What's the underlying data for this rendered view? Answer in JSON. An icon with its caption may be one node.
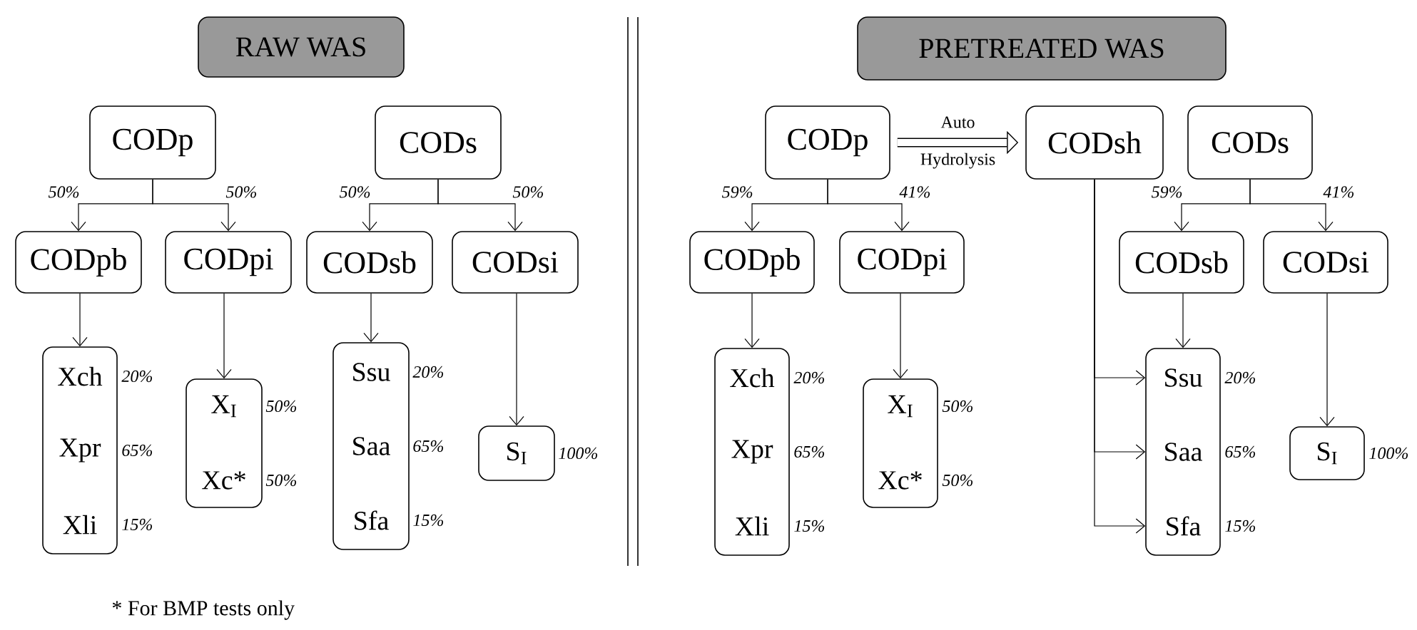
{
  "diagram": {
    "nodes": [
      {
        "text": [
          "RAW WAS"
        ]
      },
      {
        "text": [
          "CODp"
        ]
      },
      {
        "text": [
          "CODs"
        ]
      },
      {
        "text": [
          "CODpb"
        ]
      },
      {
        "text": [
          "CODpi"
        ]
      },
      {
        "text": [
          "CODsb"
        ]
      },
      {
        "text": [
          "CODsi"
        ]
      },
      {
        "text": [
          "Xch",
          "Xpr",
          "Xli"
        ],
        "beside": [
          "20%",
          "65%",
          "15%"
        ]
      },
      {
        "text": [
          "X$_{I}$",
          "Xc*"
        ],
        "beside": [
          "50%",
          "50%"
        ]
      },
      {
        "text": [
          "Ssu",
          "Saa",
          "Sfa"
        ],
        "beside": [
          "20%",
          "65%",
          "15%"
        ]
      },
      {
        "text": [
          "S$_{I}$"
        ],
        "beside": [
          "100%"
        ]
      },
      {
        "text": [
          "PRETREATED WAS"
        ]
      },
      {
        "text": [
          "CODp"
        ]
      },
      {
        "text": [
          "CODsh"
        ]
      },
      {
        "text": [
          "CODs"
        ]
      },
      {
        "text": [
          "CODpb"
        ]
      },
      {
        "text": [
          "CODpi"
        ]
      },
      {
        "text": [
          "CODsb"
        ]
      },
      {
        "text": [
          "CODsi"
        ]
      },
      {
        "text": [
          "Xch",
          "Xpr",
          "Xli"
        ],
        "beside": [
          "20%",
          "65%",
          "15%"
        ]
      },
      {
        "text": [
          "X$_{I}$",
          "Xc*"
        ],
        "beside": [
          "50%",
          "50%"
        ]
      },
      {
        "text": [
          "Ssu",
          "Saa",
          "Sfa"
        ],
        "beside": [
          "20%",
          "65%",
          "15%"
        ]
      },
      {
        "text": [
          "S$_{I}$"
        ],
        "beside": [
          "100%"
        ]
      }
    ],
    "edges": [
      {
        "from": 1,
        "to": 3,
        "arrow": "to",
        "label": "50%"
      },
      {
        "from": 1,
        "to": 4,
        "arrow": "to",
        "label": "50%"
      },
      {
        "from": 2,
        "to": 5,
        "arrow": "to",
        "label": "50%"
      },
      {
        "from": 2,
        "to": 6,
        "arrow": "to",
        "label": "50%"
      },
      {
        "from": 3,
        "to": 7,
        "arrow": "to"
      },
      {
        "from": 4,
        "to": 8,
        "arrow": "to"
      },
      {
        "from": 5,
        "to": 9,
        "arrow": "to"
      },
      {
        "from": 6,
        "to": 10,
        "arrow": "to"
      },
      {
        "from": 12,
        "to": 13,
        "arrow": "to",
        "label": "Auto Hydrolysis",
        "style": "thick"
      },
      {
        "from": 12,
        "to": 15,
        "arrow": "to",
        "label": "59%"
      },
      {
        "from": 12,
        "to": 16,
        "arrow": "to",
        "label": "41%"
      },
      {
        "from": 14,
        "to": 17,
        "arrow": "to",
        "label": "59%"
      },
      {
        "from": 14,
        "to": 18,
        "arrow": "to",
        "label": "41%"
      },
      {
        "from": 15,
        "to": 19,
        "arrow": "to"
      },
      {
        "from": 16,
        "to": 20,
        "arrow": "to"
      },
      {
        "from": 17,
        "to": 21,
        "arrow": "to"
      },
      {
        "from": 18,
        "to": 22,
        "arrow": "to"
      },
      {
        "from": 13,
        "to": 21,
        "arrow": "to"
      },
      {
        "from": 13,
        "to": 21,
        "arrow": "to"
      },
      {
        "from": 13,
        "to": 21,
        "arrow": "to"
      }
    ],
    "labels": [
      "* For BMP tests only"
    ]
  }
}
